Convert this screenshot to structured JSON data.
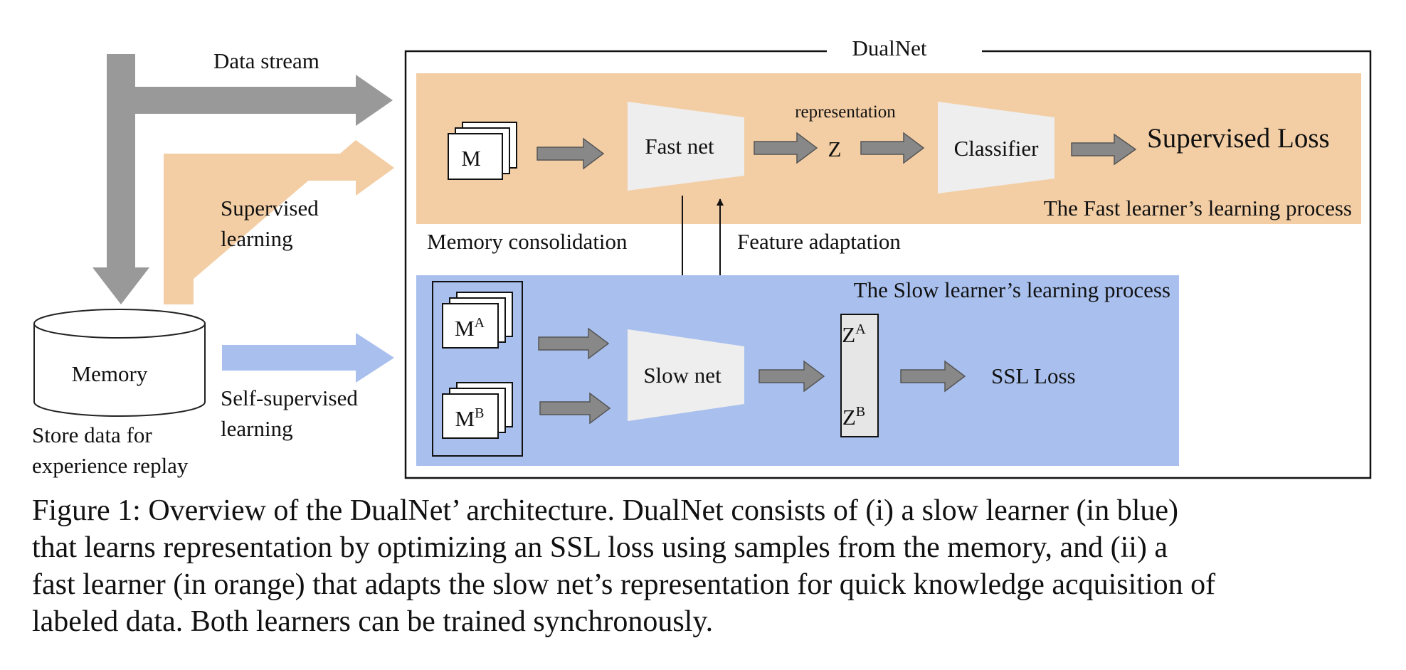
{
  "figure": {
    "title": "DualNet",
    "left": {
      "data_stream": "Data stream",
      "supervised_line1": "Supervised",
      "supervised_line2": "learning",
      "self_supervised_line1": "Self-supervised",
      "self_supervised_line2": "learning",
      "memory": "Memory",
      "store_line1": "Store data for",
      "store_line2": "experience replay"
    },
    "fast_panel": {
      "memory_box": "M",
      "fast_net": "Fast net",
      "representation": "representation",
      "z": "Z",
      "classifier": "Classifier",
      "supervised_loss": "Supervised Loss",
      "process_label": "The Fast learner’s learning process"
    },
    "between": {
      "memory_consolidation": "Memory consolidation",
      "feature_adaptation": "Feature adaptation"
    },
    "slow_panel": {
      "process_label": "The Slow learner’s learning process",
      "m_base": "M",
      "sup_a": "A",
      "sup_b": "B",
      "slow_net": "Slow net",
      "z_base": "Z",
      "ssl_loss": "SSL Loss"
    },
    "colors": {
      "fast_panel": "#f3cea5",
      "slow_panel": "#a9c0ee",
      "gray_arrow": "#999999",
      "supervised_arrow": "#f3cea5",
      "ssl_arrow": "#a9c0ee",
      "net_shape": "#eeeeee"
    }
  },
  "caption": [
    "Figure 1: Overview of the DualNet’ architecture. DualNet consists of (i) a slow learner (in blue)",
    "that learns representation by optimizing an SSL loss using samples from the memory, and (ii) a",
    "fast learner (in orange) that adapts the slow net’s representation for quick knowledge acquisition of",
    "labeled data. Both learners can be trained synchronously."
  ]
}
